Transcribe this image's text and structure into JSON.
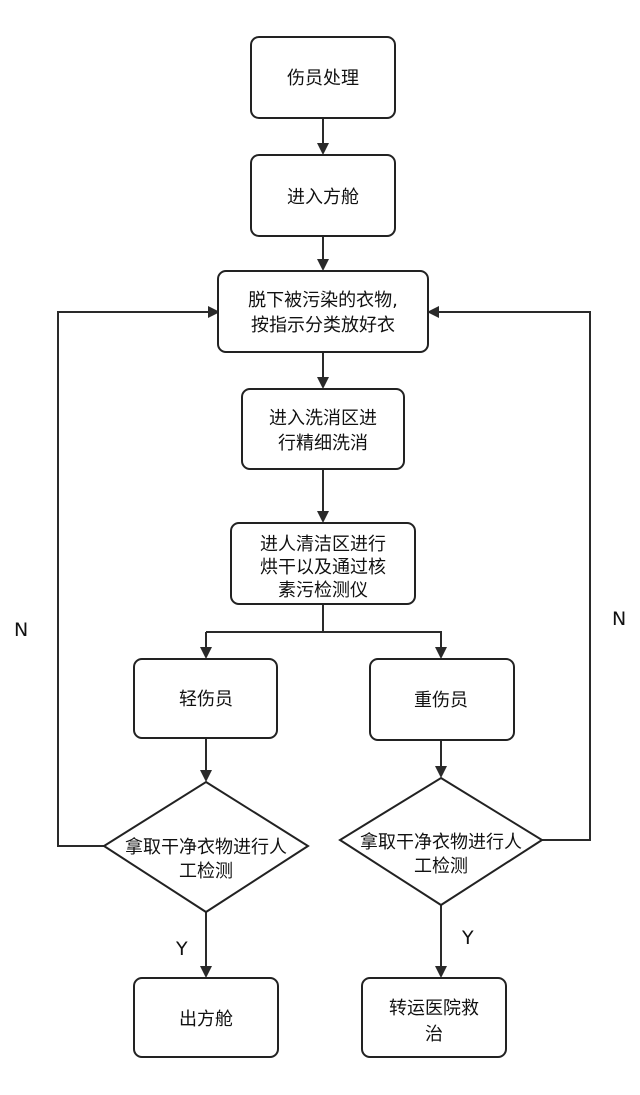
{
  "nodes": {
    "injured_handling": "伤员处理",
    "enter_cabin": "进入方舱",
    "remove_clothes": [
      "脱下被污染的衣物,",
      "按指示分类放好衣"
    ],
    "decontam_zone": [
      "进入洗消区进",
      "行精细洗消"
    ],
    "clean_zone": [
      "进人清洁区进行",
      "烘干以及通过核",
      "素污检测仪"
    ],
    "light_injured": "轻伤员",
    "severe_injured": "重伤员",
    "left_check": [
      "拿取干净衣物进行人",
      "工检测"
    ],
    "right_check": [
      "拿取干净衣物进行人",
      "工检测"
    ],
    "exit_cabin": "出方舱",
    "transfer_hospital": [
      "转运医院救",
      "治"
    ]
  },
  "edge_labels": {
    "left_no": "N",
    "right_no": "N",
    "left_yes": "Y",
    "right_yes": "Y"
  }
}
